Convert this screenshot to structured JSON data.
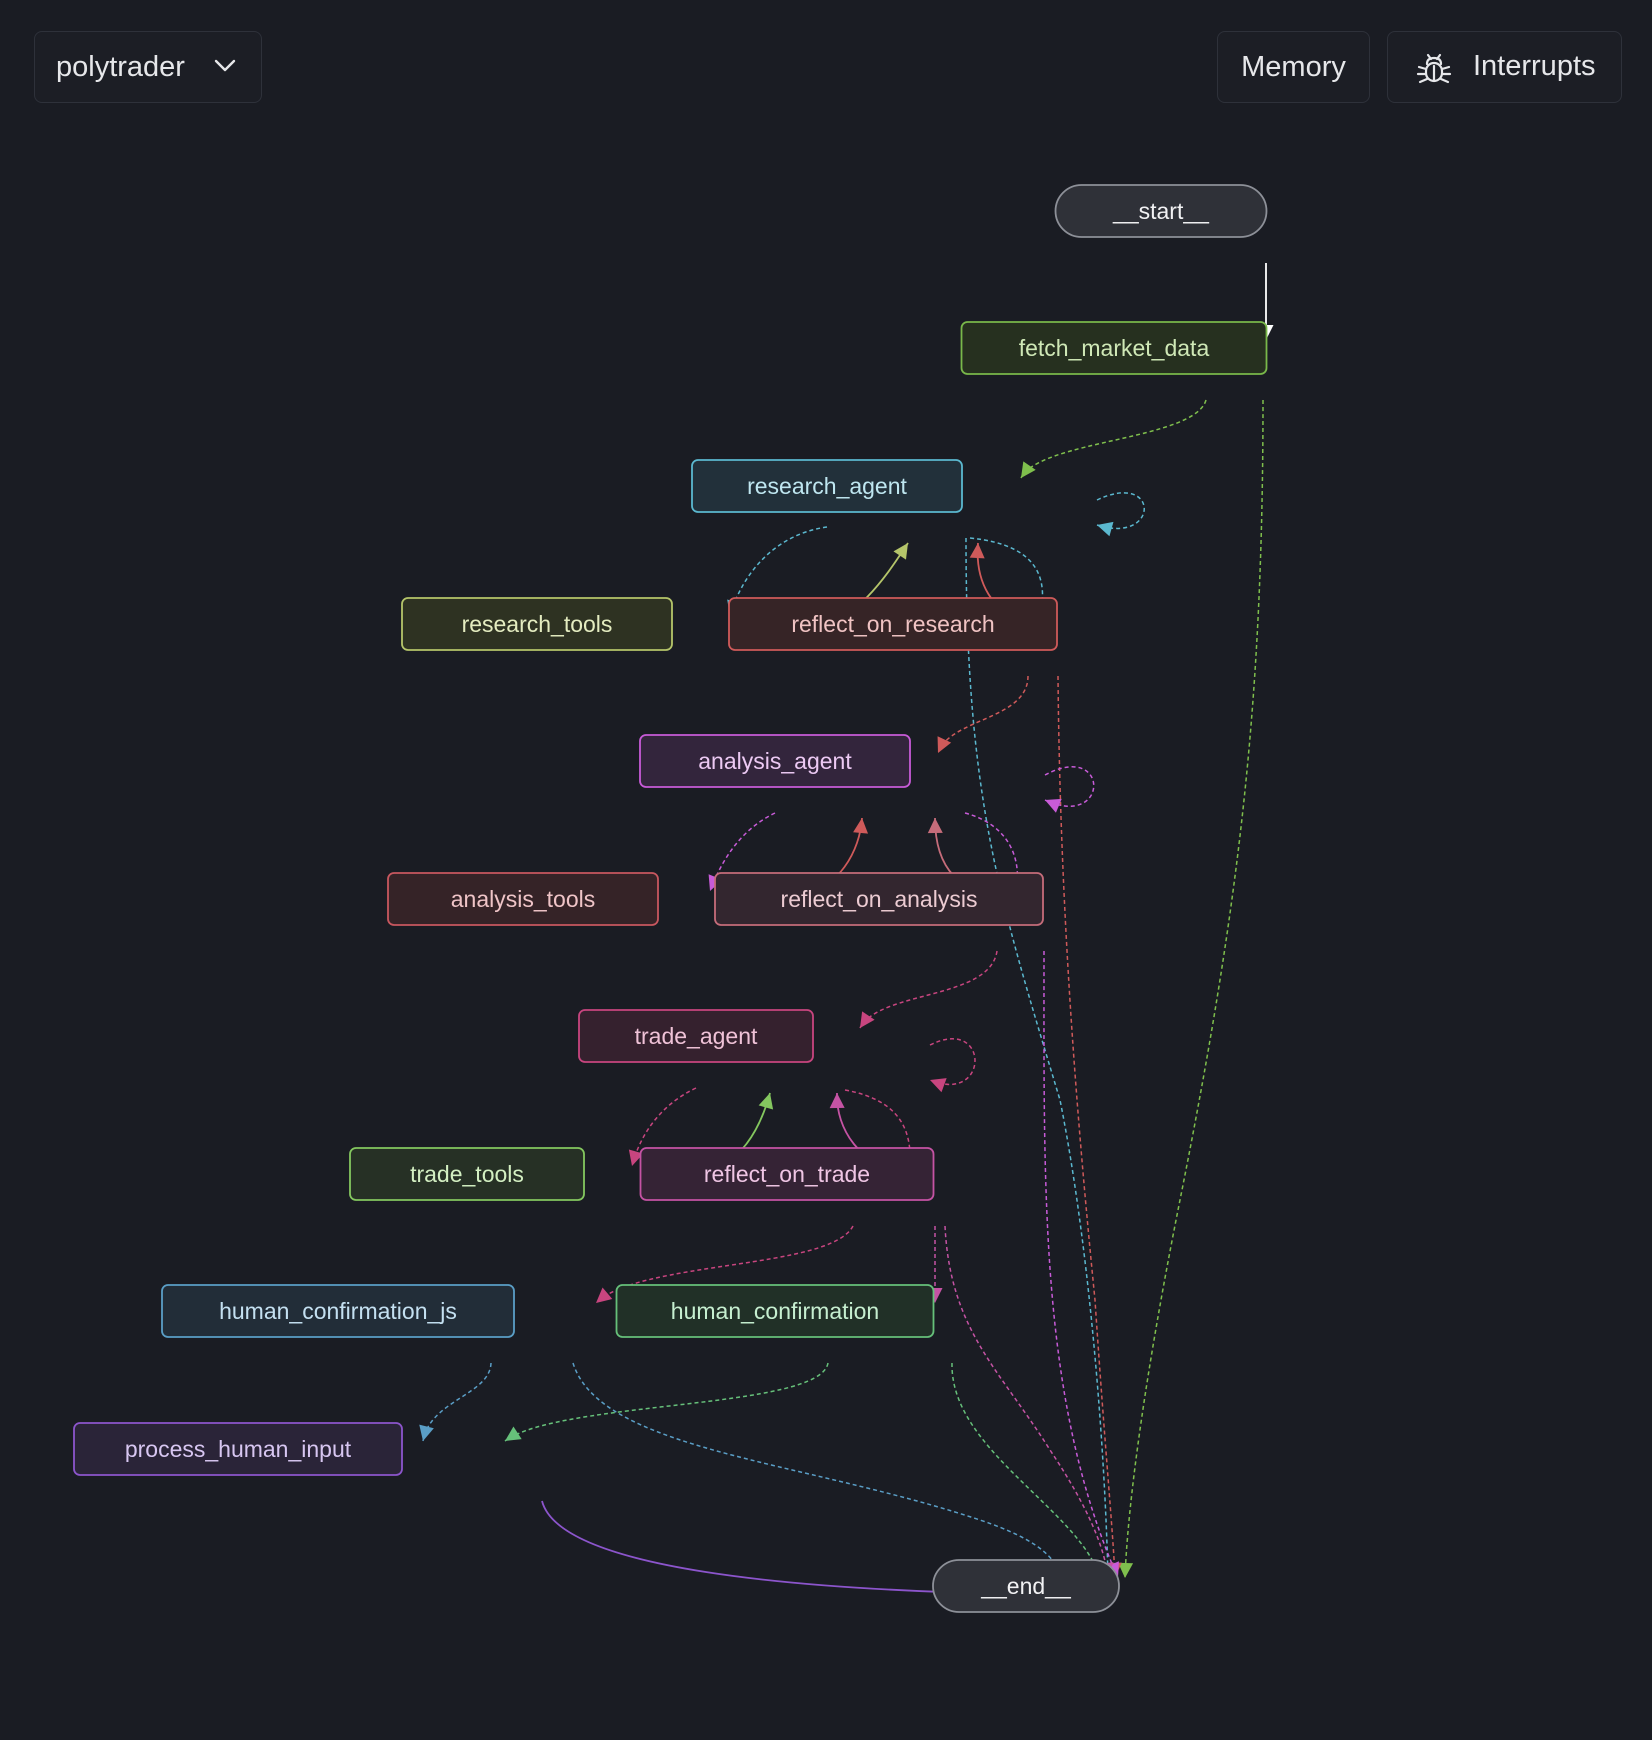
{
  "header": {
    "graph_selector": {
      "value": "polytrader",
      "icon": "chevron-down-icon"
    },
    "memory_button": {
      "label": "Memory"
    },
    "interrupts_button": {
      "label": "Interrupts",
      "icon": "bug-icon"
    }
  },
  "graph": {
    "nodes": [
      {
        "id": "start",
        "label": "__start__",
        "kind": "terminal",
        "stroke": "#8d9098",
        "fill": "#2f3138",
        "text": "#f2f2f4"
      },
      {
        "id": "fetch_market_data",
        "label": "fetch_market_data",
        "kind": "node",
        "stroke": "#79b84a",
        "fill": "#26301f",
        "text": "#cfe8b6"
      },
      {
        "id": "research_agent",
        "label": "research_agent",
        "kind": "node",
        "stroke": "#5bb8cf",
        "fill": "#22303a",
        "text": "#bfe6f0"
      },
      {
        "id": "research_tools",
        "label": "research_tools",
        "kind": "node",
        "stroke": "#b5c56a",
        "fill": "#2e3222",
        "text": "#e4ecc0"
      },
      {
        "id": "reflect_on_research",
        "label": "reflect_on_research",
        "kind": "node",
        "stroke": "#cf5a5a",
        "fill": "#362426",
        "text": "#f0c3c3"
      },
      {
        "id": "analysis_agent",
        "label": "analysis_agent",
        "kind": "node",
        "stroke": "#c85bd8",
        "fill": "#33253c",
        "text": "#ecc9f3"
      },
      {
        "id": "analysis_tools",
        "label": "analysis_tools",
        "kind": "node",
        "stroke": "#c8575f",
        "fill": "#352327",
        "text": "#efc4c7"
      },
      {
        "id": "reflect_on_analysis",
        "label": "reflect_on_analysis",
        "kind": "node",
        "stroke": "#c56c7a",
        "fill": "#33262f",
        "text": "#eccbd2"
      },
      {
        "id": "trade_agent",
        "label": "trade_agent",
        "kind": "node",
        "stroke": "#c8457f",
        "fill": "#35212e",
        "text": "#efc2d7"
      },
      {
        "id": "trade_tools",
        "label": "trade_tools",
        "kind": "node",
        "stroke": "#84c75f",
        "fill": "#263025",
        "text": "#d3efc2"
      },
      {
        "id": "reflect_on_trade",
        "label": "reflect_on_trade",
        "kind": "node",
        "stroke": "#c553a4",
        "fill": "#352335",
        "text": "#efc5e4"
      },
      {
        "id": "human_confirmation_js",
        "label": "human_confirmation_js",
        "kind": "node",
        "stroke": "#5a9ec6",
        "fill": "#222d38",
        "text": "#c4e0f1"
      },
      {
        "id": "human_confirmation",
        "label": "human_confirmation",
        "kind": "node",
        "stroke": "#66c07a",
        "fill": "#213027",
        "text": "#c6efd0"
      },
      {
        "id": "process_human_input",
        "label": "process_human_input",
        "kind": "node",
        "stroke": "#8c55cc",
        "fill": "#2a2438",
        "text": "#d7c6f1"
      },
      {
        "id": "end",
        "label": "__end__",
        "kind": "terminal",
        "stroke": "#8d9098",
        "fill": "#2f3138",
        "text": "#f2f2f4"
      }
    ],
    "edges": [
      {
        "from": "start",
        "to": "fetch_market_data",
        "color": "#ffffff",
        "dashed": false
      },
      {
        "from": "fetch_market_data",
        "to": "research_agent",
        "color": "#7fbf4d",
        "dashed": true
      },
      {
        "from": "fetch_market_data",
        "to": "end",
        "color": "#7fbf4d",
        "dashed": true
      },
      {
        "from": "research_agent",
        "to": "research_agent",
        "color": "#5bb8cf",
        "dashed": true
      },
      {
        "from": "research_agent",
        "to": "research_tools",
        "color": "#5bb8cf",
        "dashed": true
      },
      {
        "from": "research_tools",
        "to": "research_agent",
        "color": "#b5c56a",
        "dashed": false
      },
      {
        "from": "research_agent",
        "to": "reflect_on_research",
        "color": "#5bb8cf",
        "dashed": true
      },
      {
        "from": "reflect_on_research",
        "to": "research_agent",
        "color": "#cf5a5a",
        "dashed": false
      },
      {
        "from": "research_agent",
        "to": "end",
        "color": "#5bb8cf",
        "dashed": true
      },
      {
        "from": "reflect_on_research",
        "to": "analysis_agent",
        "color": "#cf5a5a",
        "dashed": true
      },
      {
        "from": "reflect_on_research",
        "to": "end",
        "color": "#cf5a5a",
        "dashed": true
      },
      {
        "from": "analysis_agent",
        "to": "analysis_agent",
        "color": "#c85bd8",
        "dashed": true
      },
      {
        "from": "analysis_agent",
        "to": "analysis_tools",
        "color": "#c85bd8",
        "dashed": true
      },
      {
        "from": "analysis_tools",
        "to": "analysis_agent",
        "color": "#cf5a5a",
        "dashed": false
      },
      {
        "from": "analysis_agent",
        "to": "reflect_on_analysis",
        "color": "#c85bd8",
        "dashed": true
      },
      {
        "from": "reflect_on_analysis",
        "to": "analysis_agent",
        "color": "#c56c7a",
        "dashed": false
      },
      {
        "from": "analysis_agent",
        "to": "end",
        "color": "#c85bd8",
        "dashed": true
      },
      {
        "from": "reflect_on_analysis",
        "to": "trade_agent",
        "color": "#c8457f",
        "dashed": true
      },
      {
        "from": "trade_agent",
        "to": "trade_agent",
        "color": "#c8457f",
        "dashed": true
      },
      {
        "from": "trade_agent",
        "to": "trade_tools",
        "color": "#c8457f",
        "dashed": true
      },
      {
        "from": "trade_tools",
        "to": "trade_agent",
        "color": "#84c75f",
        "dashed": false
      },
      {
        "from": "trade_agent",
        "to": "reflect_on_trade",
        "color": "#c8457f",
        "dashed": true
      },
      {
        "from": "reflect_on_trade",
        "to": "trade_agent",
        "color": "#c553a4",
        "dashed": false
      },
      {
        "from": "reflect_on_trade",
        "to": "human_confirmation_js",
        "color": "#c8457f",
        "dashed": true
      },
      {
        "from": "reflect_on_trade",
        "to": "human_confirmation",
        "color": "#c553a4",
        "dashed": true
      },
      {
        "from": "reflect_on_trade",
        "to": "end",
        "color": "#c553a4",
        "dashed": true
      },
      {
        "from": "human_confirmation_js",
        "to": "process_human_input",
        "color": "#5a9ec6",
        "dashed": true
      },
      {
        "from": "human_confirmation_js",
        "to": "end",
        "color": "#5a9ec6",
        "dashed": true
      },
      {
        "from": "human_confirmation",
        "to": "process_human_input",
        "color": "#66c07a",
        "dashed": true
      },
      {
        "from": "human_confirmation",
        "to": "end",
        "color": "#66c07a",
        "dashed": true
      },
      {
        "from": "process_human_input",
        "to": "end",
        "color": "#8c55cc",
        "dashed": false
      }
    ]
  }
}
